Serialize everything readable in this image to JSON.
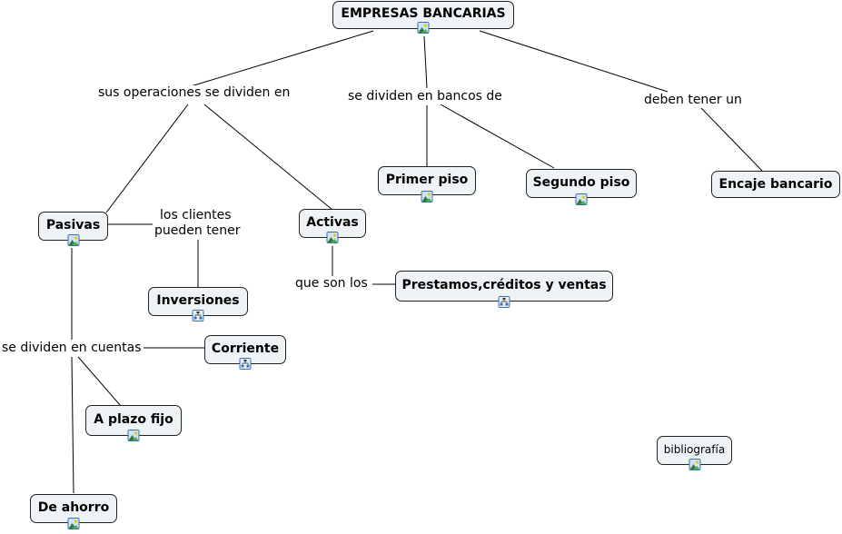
{
  "map": {
    "root": {
      "label": "EMPRESAS BANCARIAS",
      "icon": "image-icon"
    },
    "concepts": [
      {
        "id": "pasivas",
        "label": "Pasivas",
        "icon": "image-icon"
      },
      {
        "id": "activas",
        "label": "Activas",
        "icon": "image-icon"
      },
      {
        "id": "primer",
        "label": "Primer piso",
        "icon": "image-icon"
      },
      {
        "id": "segundo",
        "label": "Segundo piso",
        "icon": "image-icon"
      },
      {
        "id": "encaje",
        "label": "Encaje bancario",
        "icon": ""
      },
      {
        "id": "inversiones",
        "label": "Inversiones",
        "icon": "concept-map-icon"
      },
      {
        "id": "prestamos",
        "label": "Prestamos,créditos y ventas",
        "icon": "concept-map-icon"
      },
      {
        "id": "corriente",
        "label": "Corriente",
        "icon": "concept-map-icon"
      },
      {
        "id": "plazo",
        "label": "A plazo fijo",
        "icon": "image-icon"
      },
      {
        "id": "ahorro",
        "label": "De ahorro",
        "icon": "image-icon"
      },
      {
        "id": "biblio",
        "label": "bibliografía",
        "icon": "image-icon"
      }
    ],
    "phrases": {
      "operaciones": "sus operaciones se dividen en",
      "bancos": "se dividen en bancos de",
      "deben": "deben tener un",
      "clientes_1": "los clientes",
      "clientes_2": "pueden tener",
      "queson": "que son los",
      "cuentas": "se dividen en cuentas"
    }
  }
}
